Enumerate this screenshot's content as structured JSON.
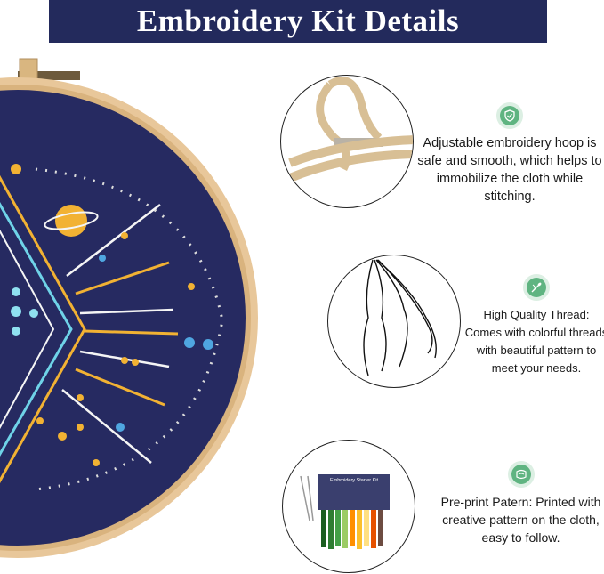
{
  "banner": {
    "title": "Embroidery Kit Details"
  },
  "colors": {
    "banner_bg": "#232a5c",
    "fabric": "#262a61",
    "hoop": "#e8c79a",
    "badge": "#5fb481"
  },
  "features": [
    {
      "icon": "shield-check-icon",
      "lines": [
        "Adjustable embroidery hoop is",
        "safe and smooth, which helps to",
        "immobilize the cloth while",
        "stitching."
      ]
    },
    {
      "icon": "needle-thread-icon",
      "lines": [
        "High Quality Thread:",
        "Comes with colorful threads",
        "with beautiful pattern to",
        "meet your needs."
      ]
    },
    {
      "icon": "fabric-pattern-icon",
      "lines": [
        "Pre-print Patern: Printed with",
        "creative pattern on the cloth,",
        "easy to follow."
      ]
    }
  ],
  "thread_card": {
    "label": "Embroidery Starter Kit"
  }
}
